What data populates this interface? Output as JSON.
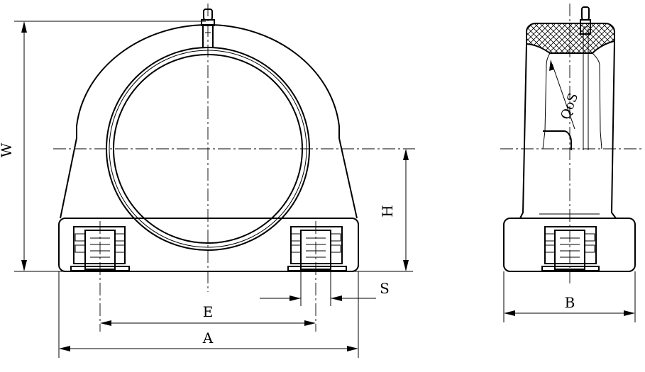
{
  "front_view": {
    "labels": {
      "W": "W",
      "H": "H",
      "S": "S",
      "E": "E",
      "A": "A"
    }
  },
  "side_view": {
    "labels": {
      "B": "B",
      "angle": "QoS"
    }
  },
  "colors": {
    "line": "#000000",
    "background": "#ffffff"
  }
}
